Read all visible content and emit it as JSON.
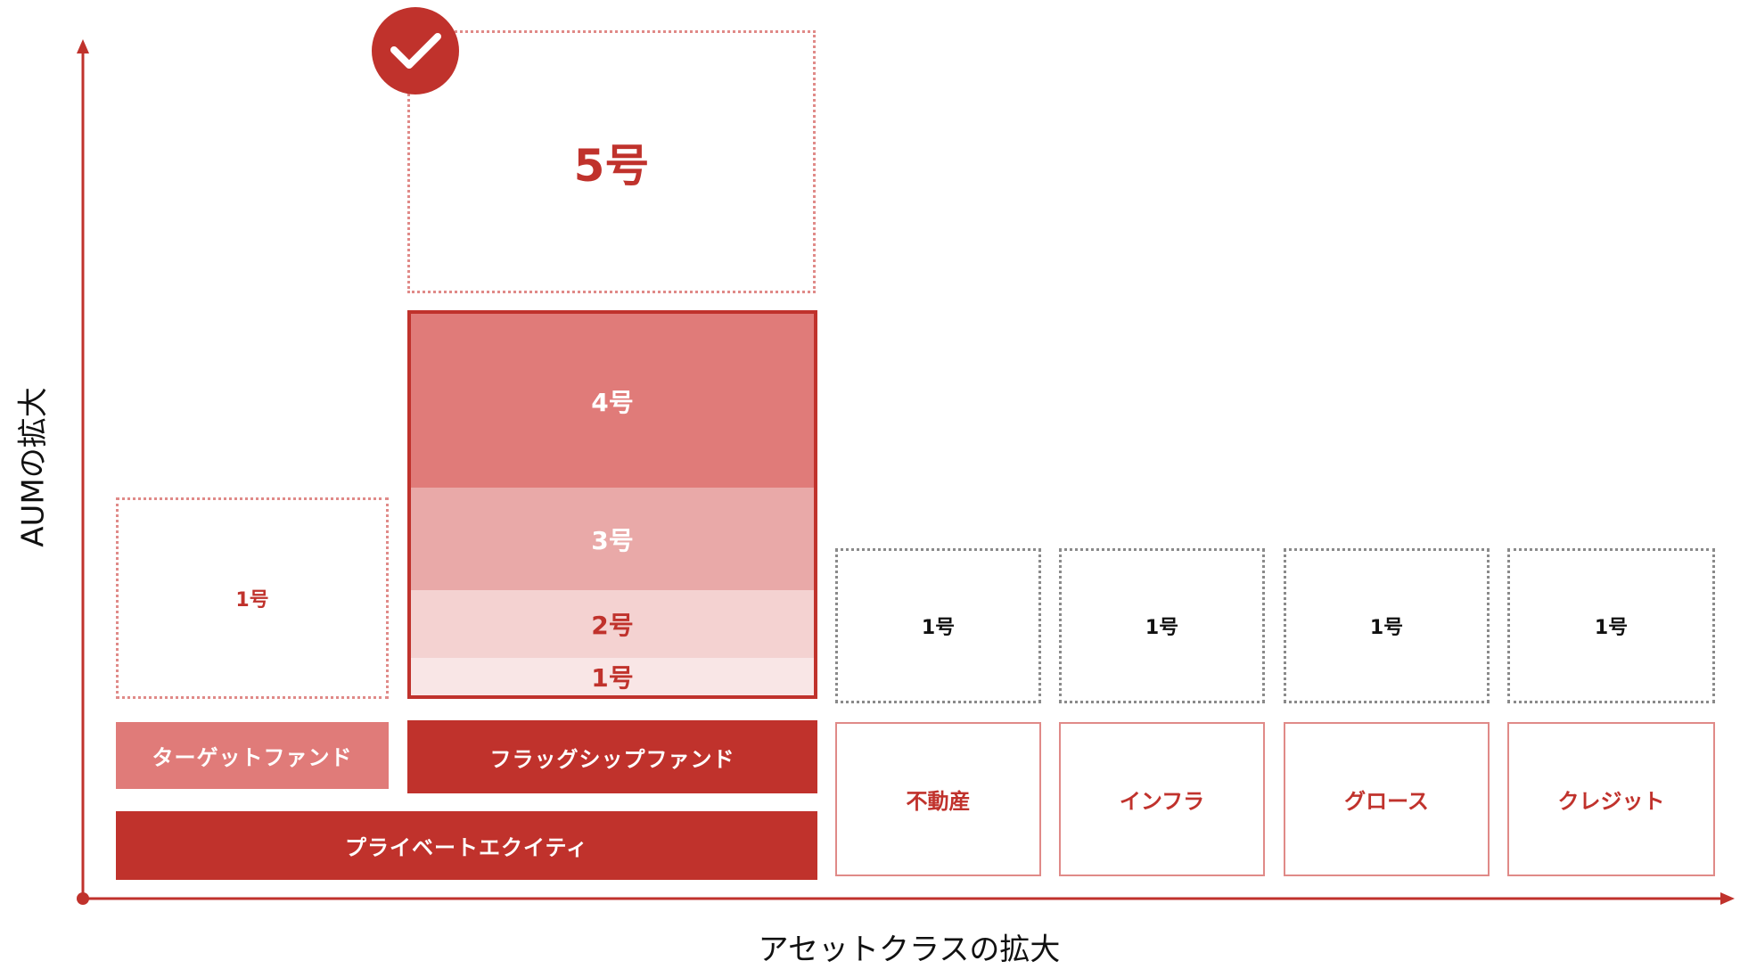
{
  "axes": {
    "y_label": "AUMの拡大",
    "x_label": "アセットクラスの拡大",
    "color": "#c0322c"
  },
  "checkmark": {
    "icon": "check-icon",
    "color": "#c0322c"
  },
  "target_fund": {
    "fund_no": "1号",
    "label": "ターゲットファンド",
    "label_bg": "#e07b79"
  },
  "flagship_fund": {
    "future": "5号",
    "stack": [
      "4号",
      "3号",
      "2号",
      "1号"
    ],
    "stack_colors": [
      "#e07b79",
      "#e9a9a8",
      "#f4d2d1",
      "#f9e6e6"
    ],
    "label": "フラッグシップファンド",
    "label_bg": "#c0322c"
  },
  "pe_label": "プライベートエクイティ",
  "asset_classes": [
    {
      "fund_no": "1号",
      "label": "不動産"
    },
    {
      "fund_no": "1号",
      "label": "インフラ"
    },
    {
      "fund_no": "1号",
      "label": "グロース"
    },
    {
      "fund_no": "1号",
      "label": "クレジット"
    }
  ]
}
